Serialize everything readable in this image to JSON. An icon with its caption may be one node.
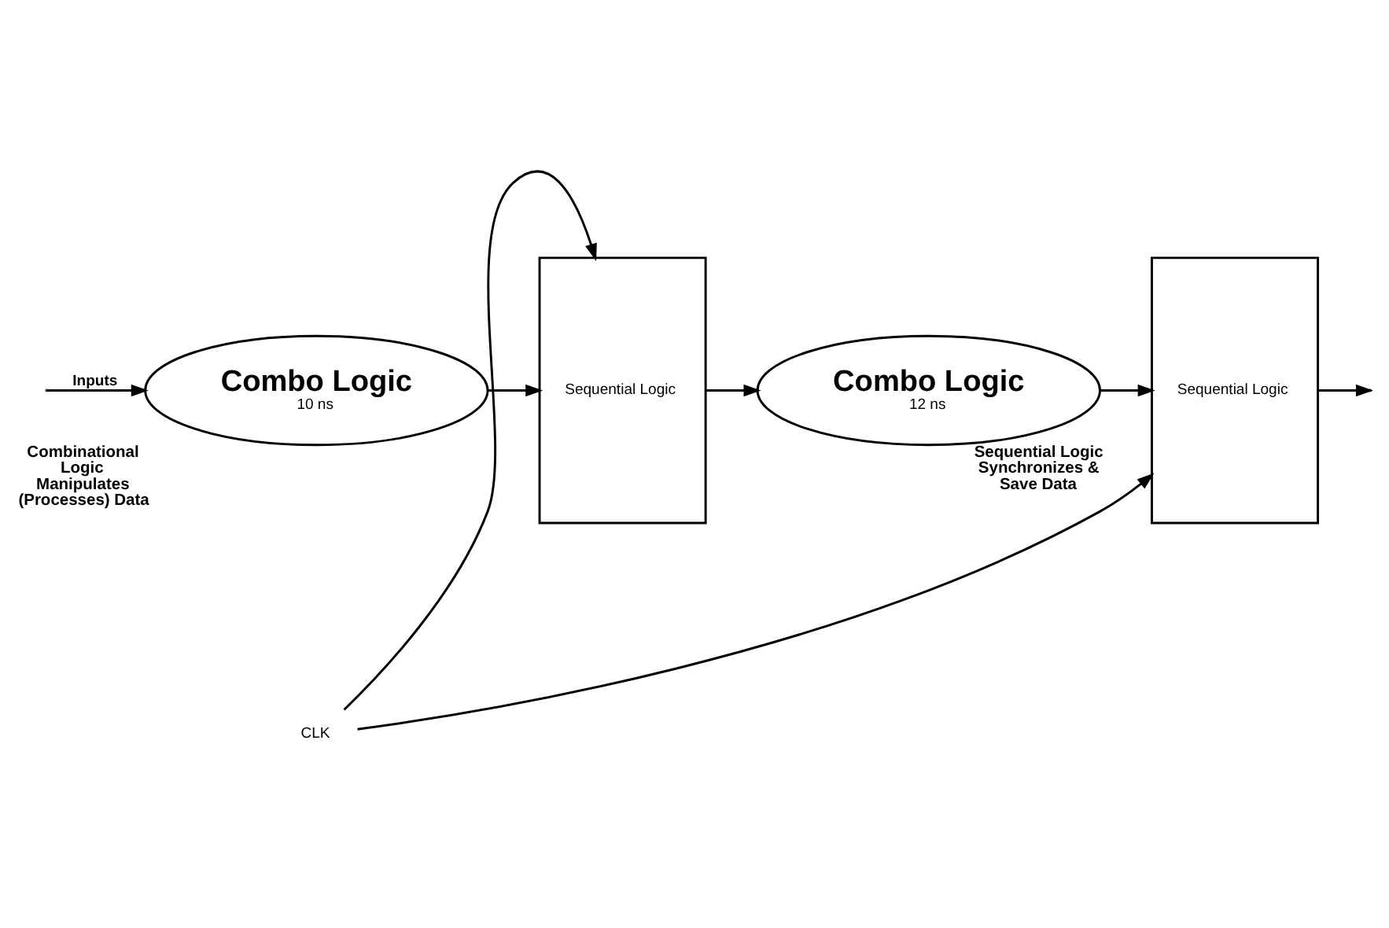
{
  "diagram": {
    "nodes": [
      {
        "text": [
          "Combo Logic",
          "10 ns"
        ],
        "beside": [
          "Combinational Logic Manipulates (Processes) Data"
        ]
      },
      {
        "text": [
          "Sequential Logic"
        ]
      },
      {
        "text": [
          "Combo Logic",
          "12 ns"
        ],
        "beside": [
          "Sequential Logic Synchronizes & Save Data"
        ]
      },
      {
        "text": [
          "Sequential Logic"
        ]
      },
      {
        "text": [
          "CLK"
        ]
      }
    ],
    "edges": [
      {
        "from": null,
        "to": 0,
        "arrow": "to",
        "label": "Inputs"
      },
      {
        "from": 0,
        "to": 1,
        "arrow": "to"
      },
      {
        "from": 1,
        "to": 2,
        "arrow": "to"
      },
      {
        "from": 2,
        "to": 3,
        "arrow": "to"
      },
      {
        "from": 3,
        "to": null,
        "arrow": "to"
      },
      {
        "from": 4,
        "to": 1,
        "arrow": "to"
      },
      {
        "from": 4,
        "to": 3,
        "arrow": "to"
      }
    ]
  }
}
